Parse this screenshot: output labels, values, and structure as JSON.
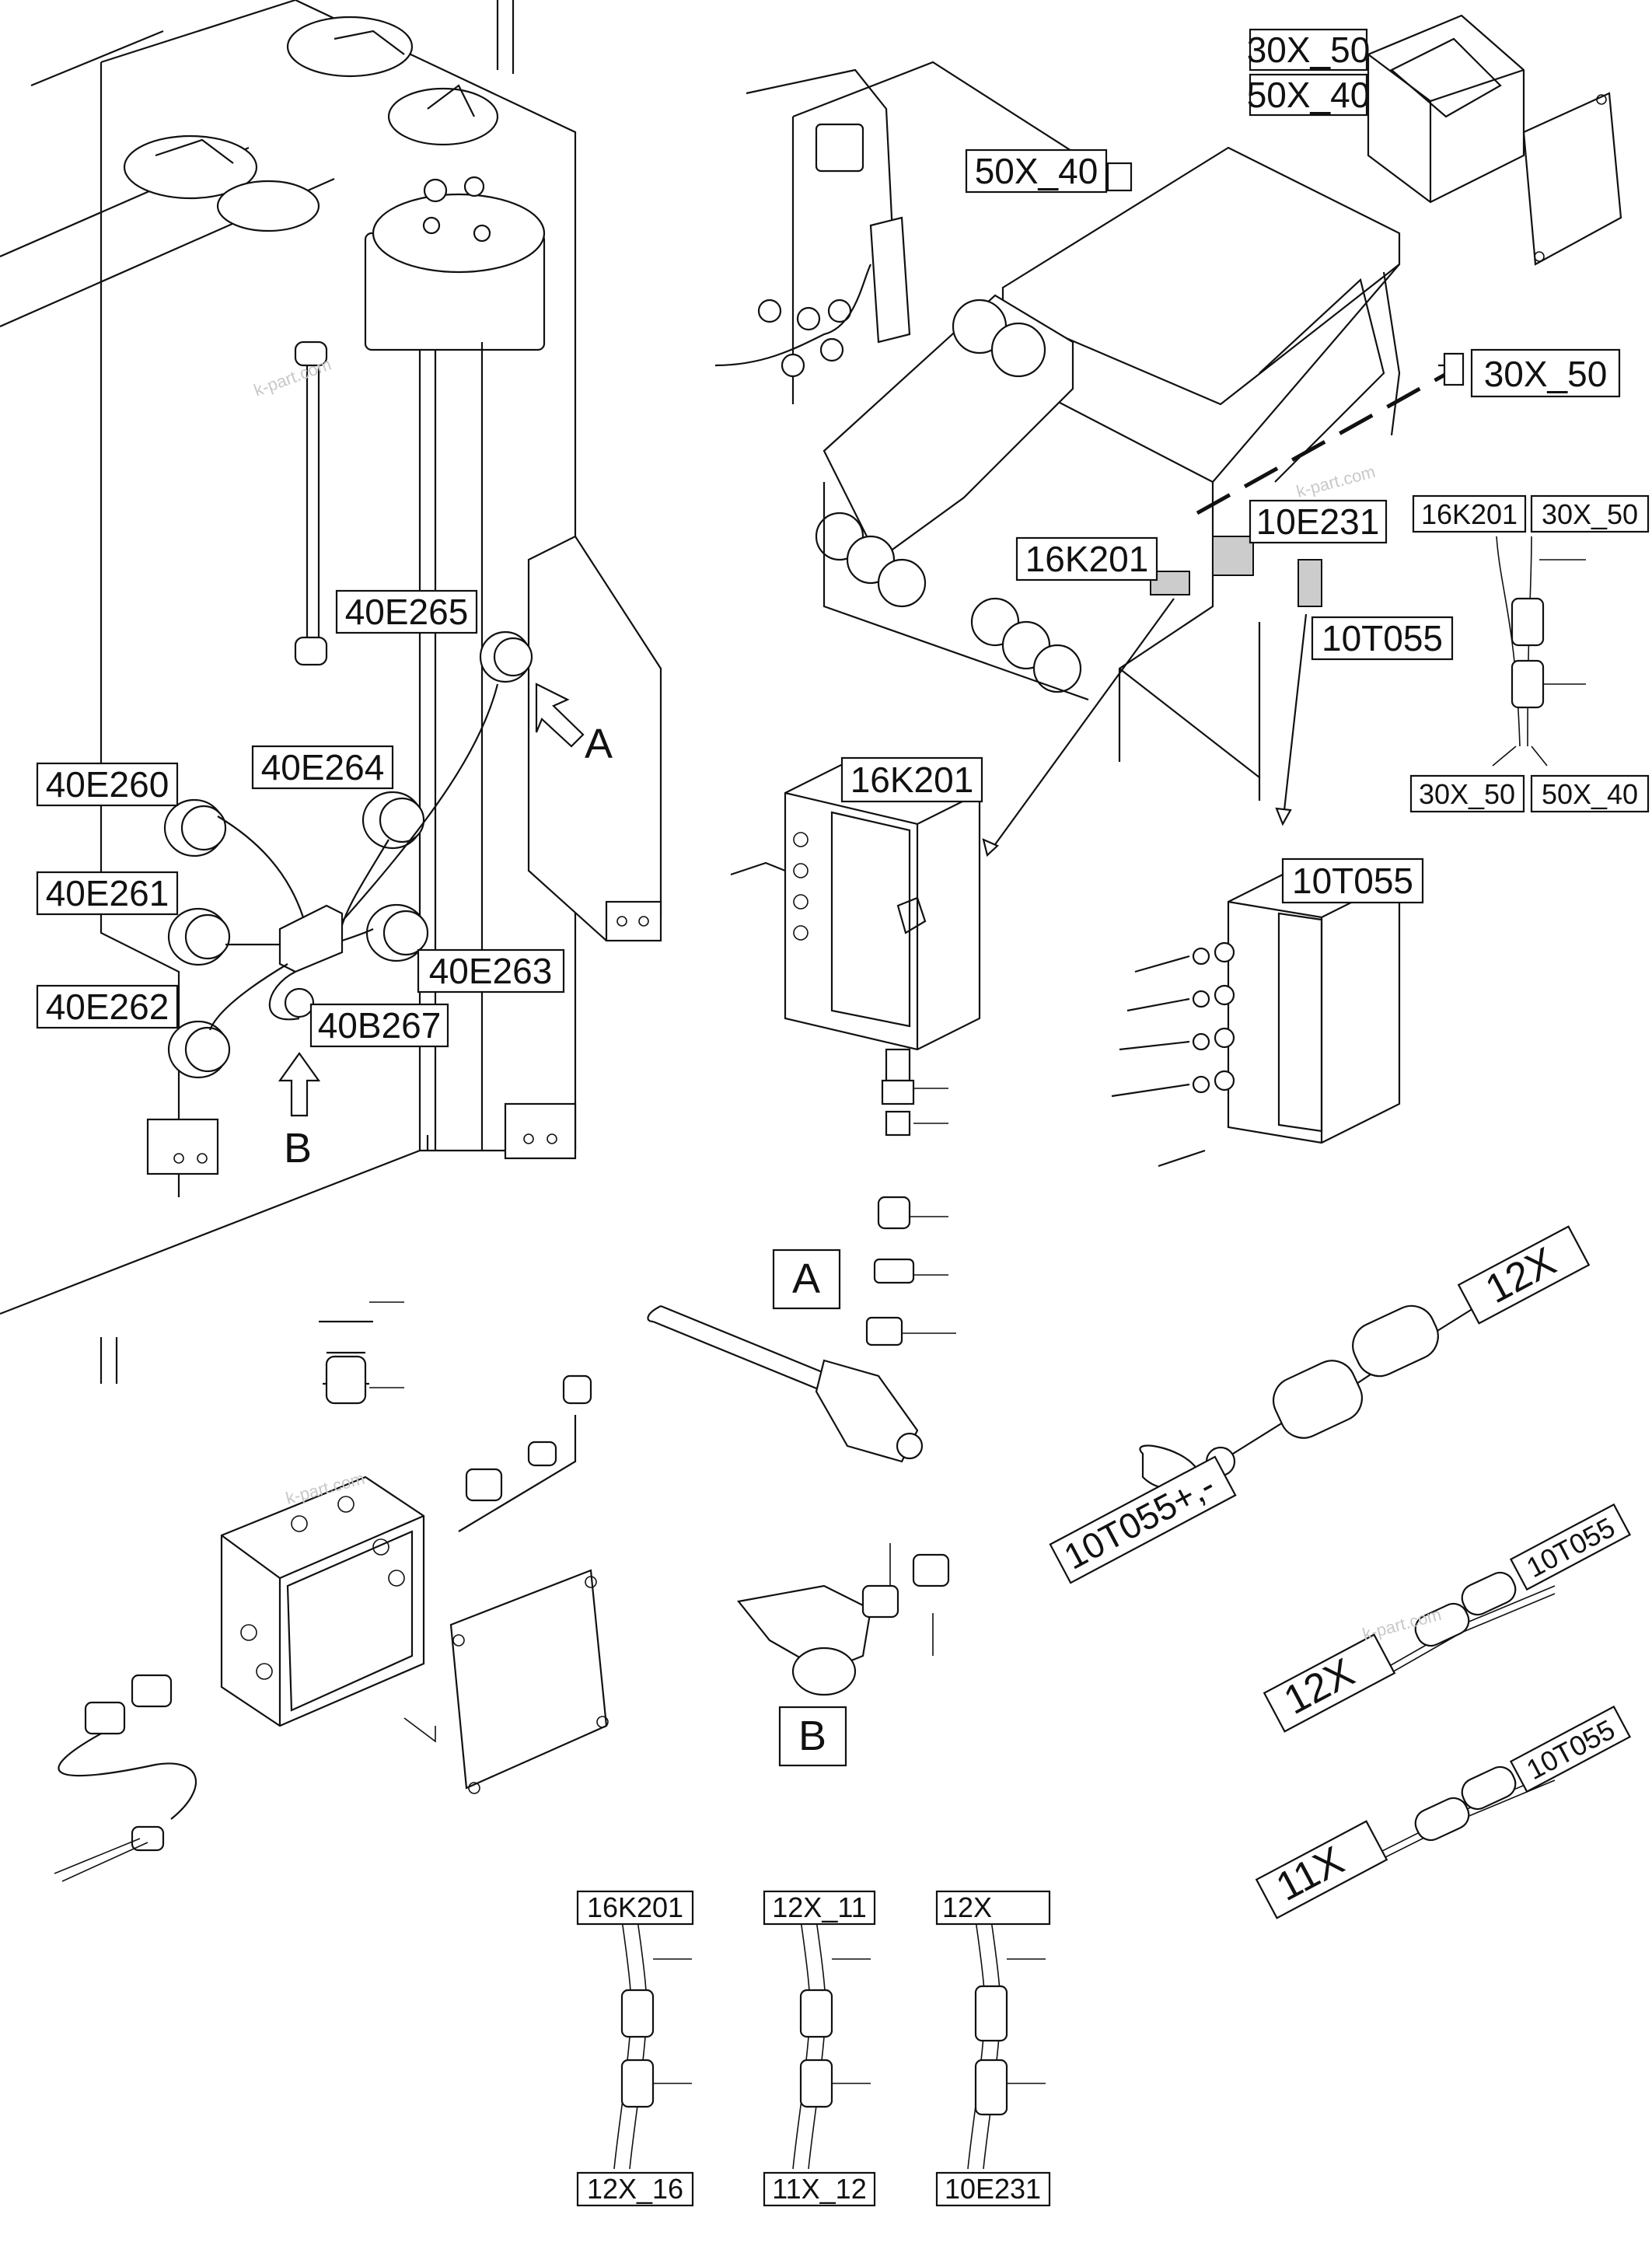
{
  "labels": {
    "l30x50_top": "30X_50",
    "l50x40_top": "50X_40",
    "l50x40_cab": "50X_40",
    "l30x50_right": "30X_50",
    "l10e231": "10E231",
    "l16k201_cab": "16K201",
    "l10t055_cab": "10T055",
    "l16k201_r": "16K201",
    "l30x50_r": "30X_50",
    "l30x50_r2": "30X_50",
    "l50x40_r2": "50X_40",
    "l40e265": "40E265",
    "lA_arrow": "A",
    "l40e260": "40E260",
    "l40e264": "40E264",
    "l40e261": "40E261",
    "l40e263": "40E263",
    "l40e262": "40E262",
    "l40b267": "40B267",
    "lB_arrow": "B",
    "l16k201_box": "16K201",
    "l10t055_box": "10T055",
    "lA_box": "A",
    "lB_box": "B",
    "l12x_tilt": "12X",
    "l10t055pm": "10T055+,-",
    "l10t055_t1": "10T055",
    "l12x_t2": "12X",
    "l10t055_t3": "10T055",
    "l11x": "11X",
    "b1_top": "16K201",
    "b1_bot": "12X_16",
    "b2_top": "12X_11",
    "b2_bot": "11X_12",
    "b3_top": "12X",
    "b3_bot": "10E231"
  },
  "watermark": "k-part.com"
}
